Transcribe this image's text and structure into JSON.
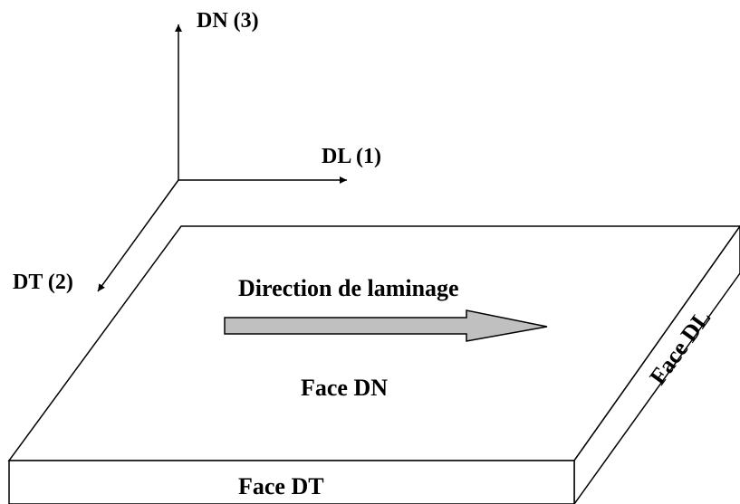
{
  "axes": {
    "dn_label": "DN (3)",
    "dl_label": "DL (1)",
    "dt_label": "DT (2)"
  },
  "plate": {
    "rolling_direction_label": "Direction de laminage",
    "top_face_label": "Face DN",
    "front_face_label": "Face DT",
    "side_face_label": "Face DL"
  },
  "colors": {
    "stroke": "#000000",
    "background": "#ffffff",
    "arrow_fill": "#c0c0c0"
  }
}
